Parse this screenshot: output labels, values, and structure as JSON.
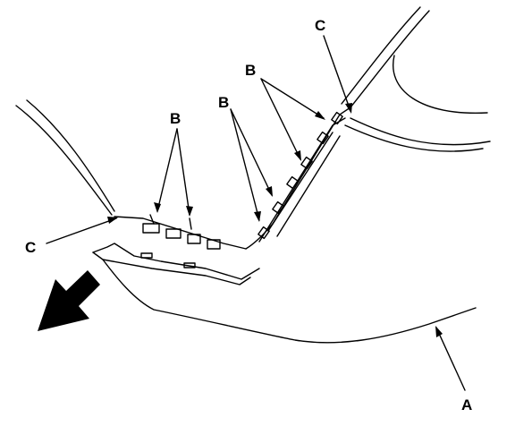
{
  "labels": {
    "a": "A",
    "b": "B",
    "c": "C"
  },
  "colors": {
    "line": "#000000",
    "background": "#ffffff"
  },
  "icons": {
    "direction": "big-arrow-down-left-icon"
  }
}
